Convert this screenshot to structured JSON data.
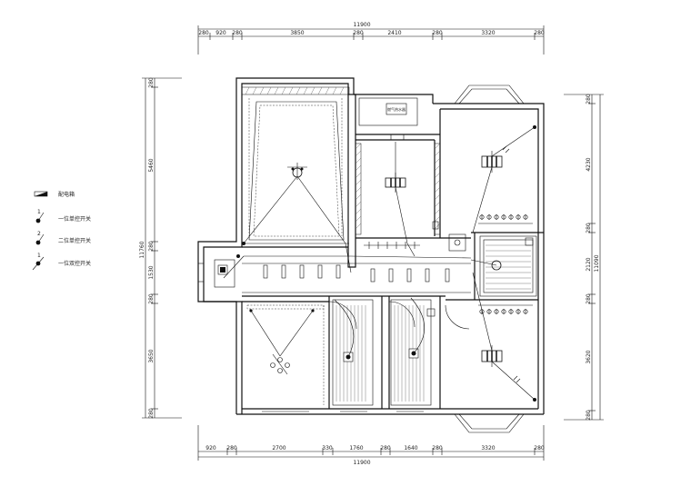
{
  "dimensions": {
    "top_total": "11900",
    "top_segments": [
      "280",
      "920",
      "280",
      "3850",
      "280",
      "2410",
      "280",
      "3320",
      "280"
    ],
    "bottom_total": "11900",
    "bottom_segments": [
      "920",
      "280",
      "2700",
      "330",
      "1760",
      "280",
      "1640",
      "280",
      "3320",
      "280"
    ],
    "left_total": "11760",
    "left_segments": [
      "280",
      "5460",
      "280",
      "1530",
      "280",
      "3650",
      "280"
    ],
    "right_total": "11090",
    "right_segments": [
      "280",
      "4230",
      "280",
      "2120",
      "280",
      "3620",
      "280"
    ]
  },
  "legend": {
    "items": [
      {
        "mark": "",
        "label": "配电箱"
      },
      {
        "mark": "1",
        "label": "一位单控开关"
      },
      {
        "mark": "2",
        "label": "二位单控开关"
      },
      {
        "mark": "1",
        "label": "一位双控开关"
      }
    ]
  },
  "labels": {
    "room_note": "燃气热水器"
  },
  "colors": {
    "line": "#111111",
    "background": "#ffffff"
  }
}
